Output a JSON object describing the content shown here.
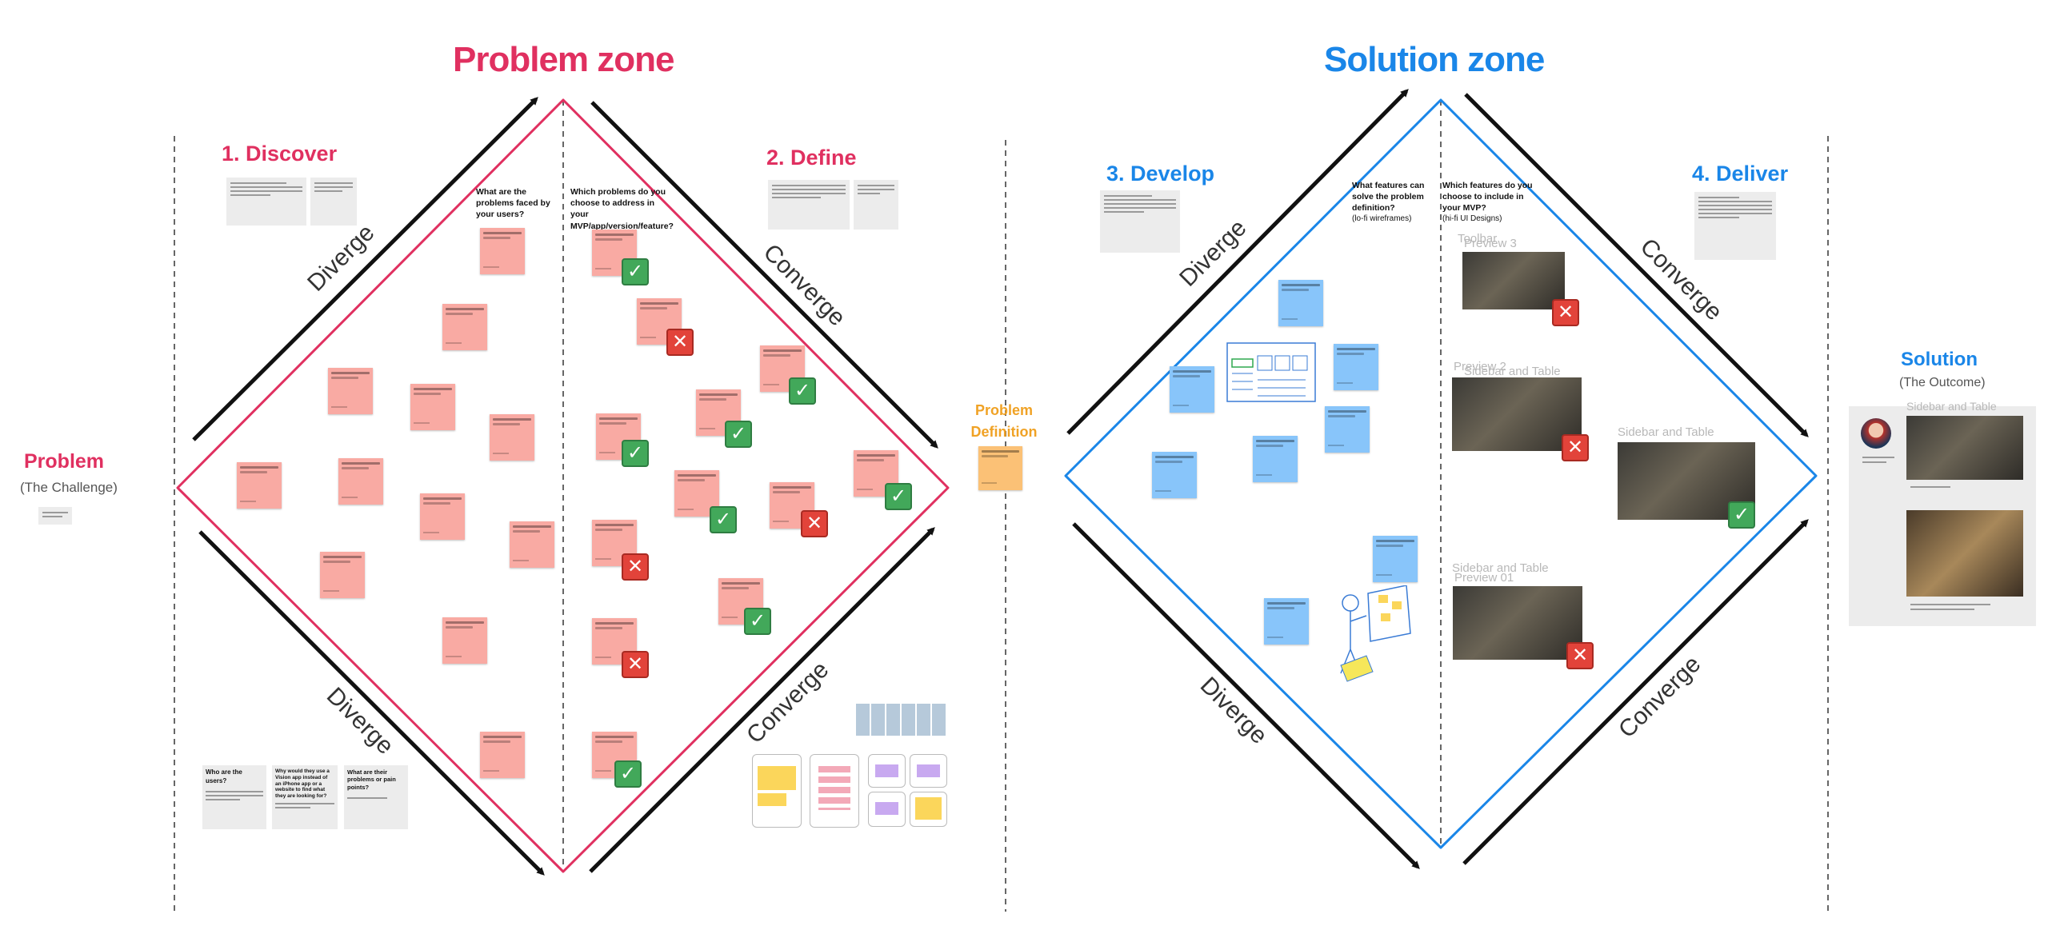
{
  "zones": {
    "problem": {
      "title": "Problem zone",
      "color": "#e03060"
    },
    "solution": {
      "title": "Solution zone",
      "color": "#1a86e8"
    }
  },
  "phases": {
    "discover": "1. Discover",
    "define": "2. Define",
    "develop": "3. Develop",
    "deliver": "4. Deliver"
  },
  "directions": {
    "diverge": "Diverge",
    "converge": "Converge"
  },
  "problem": {
    "title": "Problem",
    "subtitle": "(The Challenge)"
  },
  "solution": {
    "title": "Solution",
    "subtitle": "(The Outcome)"
  },
  "problem_definition": {
    "line1": "Problem",
    "line2": "Definition"
  },
  "questions": {
    "discover": "What are the problems faced by your users?",
    "define": "Which problems do you choose to address in your MVP/app/version/feature?",
    "develop_q": "What features can solve the problem definition?",
    "develop_sub": "(lo-fi wireframes)",
    "deliver_q": "Which features do you choose to include in your MVP?",
    "deliver_sub": "(hi-fi UI Designs)"
  },
  "bottom_cards": [
    {
      "title": "Who are the users?"
    },
    {
      "title": "Why would they use a Vision app instead of an iPhone app or a website to find what they are looking for?"
    },
    {
      "title": "What are their problems or pain points?"
    }
  ],
  "preview_labels": {
    "toolbar": "Toolbar",
    "preview3": "Preview 3",
    "sidebar_table_a": "Sidebar and Table",
    "preview2": "Preview 2",
    "sidebar_table_b": "Sidebar and Table",
    "sidebar_table_c": "Sidebar and Table",
    "preview01": "Preview 01",
    "sidebar_table_d": "Sidebar and Table"
  },
  "colors": {
    "check": "#42a85a",
    "cross": "#e2433a",
    "pink_note": "#f9aaa3",
    "blue_note": "#88c5fa",
    "orange_note": "#fbc176"
  }
}
